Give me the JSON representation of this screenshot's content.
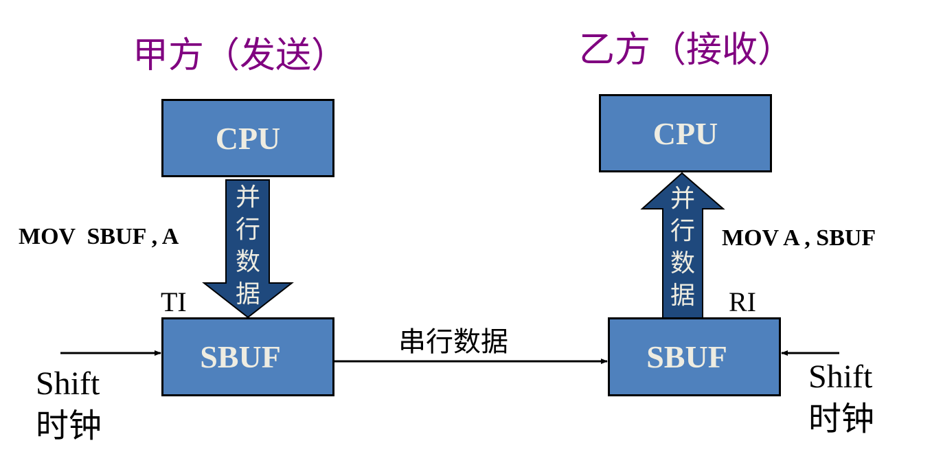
{
  "sender": {
    "title": "甲方（发送）",
    "cpu": "CPU",
    "sbuf": "SBUF",
    "instruction": "MOV  SBUF , A",
    "flag": "TI",
    "arrow_text": [
      "并",
      "行",
      "数",
      "据"
    ],
    "shift": "Shift",
    "clock": "时钟"
  },
  "receiver": {
    "title": "乙方（接收）",
    "cpu": "CPU",
    "sbuf": "SBUF",
    "instruction": "MOV A , SBUF",
    "flag": "RI",
    "arrow_text": [
      "并",
      "行",
      "数",
      "据"
    ],
    "shift": "Shift",
    "clock": "时钟"
  },
  "serial_label": "串行数据",
  "colors": {
    "box": "#4F81BD",
    "arrow": "#1F497D",
    "title": "#800080",
    "box_text": "#EEECE1"
  }
}
